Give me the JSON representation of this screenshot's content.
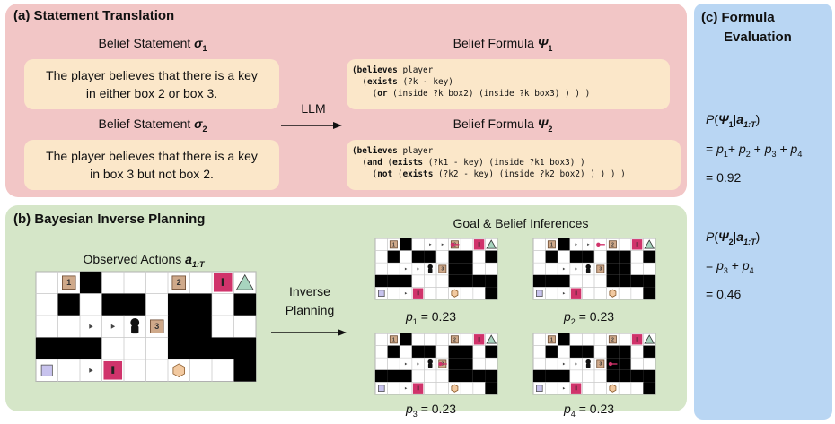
{
  "panel_a": {
    "title": "(a) Statement Translation",
    "stmt1_label": "Belief Statement",
    "stmt1_sym": "σ",
    "stmt1_sub": "1",
    "stmt1_text": "The player believes that there is a key in either box 2 or box 3.",
    "formula1_label": "Belief Formula",
    "formula1_sym": "Ψ",
    "formula1_sub": "1",
    "formula1_lines": [
      [
        [
          "b",
          "(believes"
        ],
        [
          "n",
          " player"
        ]
      ],
      [
        [
          "n",
          "  ("
        ],
        [
          "b",
          "exists"
        ],
        [
          "n",
          " (?k - key)"
        ]
      ],
      [
        [
          "n",
          "    ("
        ],
        [
          "b",
          "or"
        ],
        [
          "n",
          " (inside ?k box2) (inside ?k box3) ) ) )"
        ]
      ]
    ],
    "llm_label": "LLM",
    "stmt2_label": "Belief Statement",
    "stmt2_sym": "σ",
    "stmt2_sub": "2",
    "stmt2_text": "The player believes that there is a key in box 3 but not box 2.",
    "formula2_label": "Belief Formula",
    "formula2_sym": "Ψ",
    "formula2_sub": "2",
    "formula2_lines": [
      [
        [
          "b",
          "(believes"
        ],
        [
          "n",
          " player"
        ]
      ],
      [
        [
          "n",
          "  ("
        ],
        [
          "b",
          "and"
        ],
        [
          "n",
          " ("
        ],
        [
          "b",
          "exists"
        ],
        [
          "n",
          " (?k1 - key) (inside ?k1 box3) )"
        ]
      ],
      [
        [
          "n",
          "    ("
        ],
        [
          "b",
          "not"
        ],
        [
          "n",
          " ("
        ],
        [
          "b",
          "exists"
        ],
        [
          "n",
          " (?k2 - key) (inside ?k2 box2) ) ) ) )"
        ]
      ]
    ]
  },
  "panel_b": {
    "title": "(b) Bayesian Inverse Planning",
    "observed_label": "Observed Actions",
    "observed_sym": "a",
    "observed_sub": "1:T",
    "inverse_label_1": "Inverse",
    "inverse_label_2": "Planning",
    "inferences_label": "Goal & Belief Inferences",
    "box_labels": [
      "1",
      "2",
      "3"
    ],
    "hypotheses": [
      {
        "sym": "p",
        "sub": "1",
        "value": "= 0.23"
      },
      {
        "sym": "p",
        "sub": "2",
        "value": "= 0.23"
      },
      {
        "sym": "p",
        "sub": "3",
        "value": "= 0.23"
      },
      {
        "sym": "p",
        "sub": "4",
        "value": "= 0.23"
      }
    ]
  },
  "panel_c": {
    "title_1": "(c) Formula",
    "title_2": "Evaluation",
    "eval1": {
      "prob": "P",
      "psi": "Ψ",
      "psi_sub": "1",
      "a": "a",
      "a_sub": "1:T",
      "sum_terms": [
        "1",
        "2",
        "3",
        "4"
      ],
      "result": "= 0.92"
    },
    "eval2": {
      "prob": "P",
      "psi": "Ψ",
      "psi_sub": "2",
      "a": "a",
      "a_sub": "1:T",
      "sum_terms": [
        "3",
        "4"
      ],
      "result": "= 0.46"
    }
  },
  "colors": {
    "panel_a": "#f2c6c6",
    "panel_b": "#d5e6c8",
    "panel_c": "#b9d6f3",
    "box_fill": "#fbe7c9",
    "door": "#d0336b",
    "gem_goal": "#a8d5bf",
    "wall": "#000000"
  },
  "icons": [
    "arrow-right-icon",
    "player-icon",
    "box-icon",
    "door-icon",
    "key-icon",
    "gem-triangle-icon",
    "gem-square-icon",
    "gem-hexagon-icon"
  ]
}
